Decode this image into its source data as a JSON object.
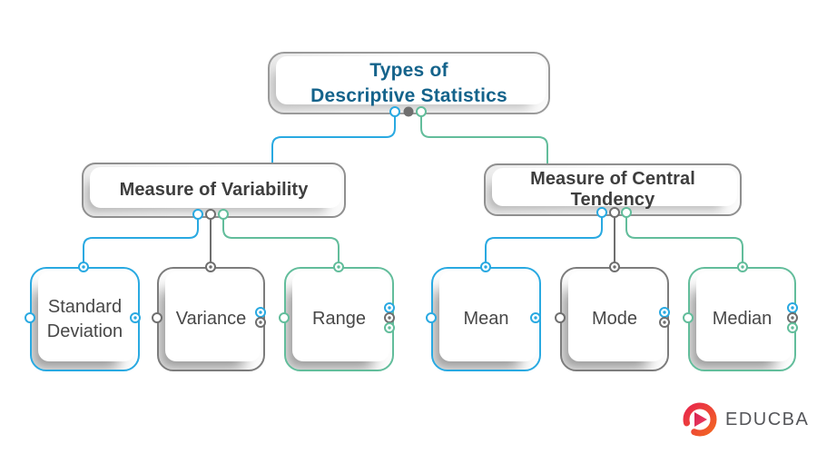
{
  "diagram": {
    "root": {
      "label_line1": "Types of",
      "label_line2": "Descriptive Statistics"
    },
    "branches": [
      {
        "label": "Measure of Variability",
        "children": [
          {
            "label": "Standard Deviation",
            "accent": "#29a9e1"
          },
          {
            "label": "Variance",
            "accent": "#7c7c7c"
          },
          {
            "label": "Range",
            "accent": "#62bd9b"
          }
        ]
      },
      {
        "label": "Measure of Central Tendency",
        "children": [
          {
            "label": "Mean",
            "accent": "#29a9e1"
          },
          {
            "label": "Mode",
            "accent": "#7c7c7c"
          },
          {
            "label": "Median",
            "accent": "#62bd9b"
          }
        ]
      }
    ],
    "colors": {
      "connector_blue": "#29a9e1",
      "connector_green": "#62bd9b",
      "connector_gray": "#6f6f6f",
      "root_title": "#14638b",
      "branch_label": "#3e3e3e",
      "leaf_label": "#474747"
    }
  },
  "footer": {
    "brand": "EDUCBA",
    "logo_red": "#e8274b",
    "logo_orange": "#f26522"
  }
}
